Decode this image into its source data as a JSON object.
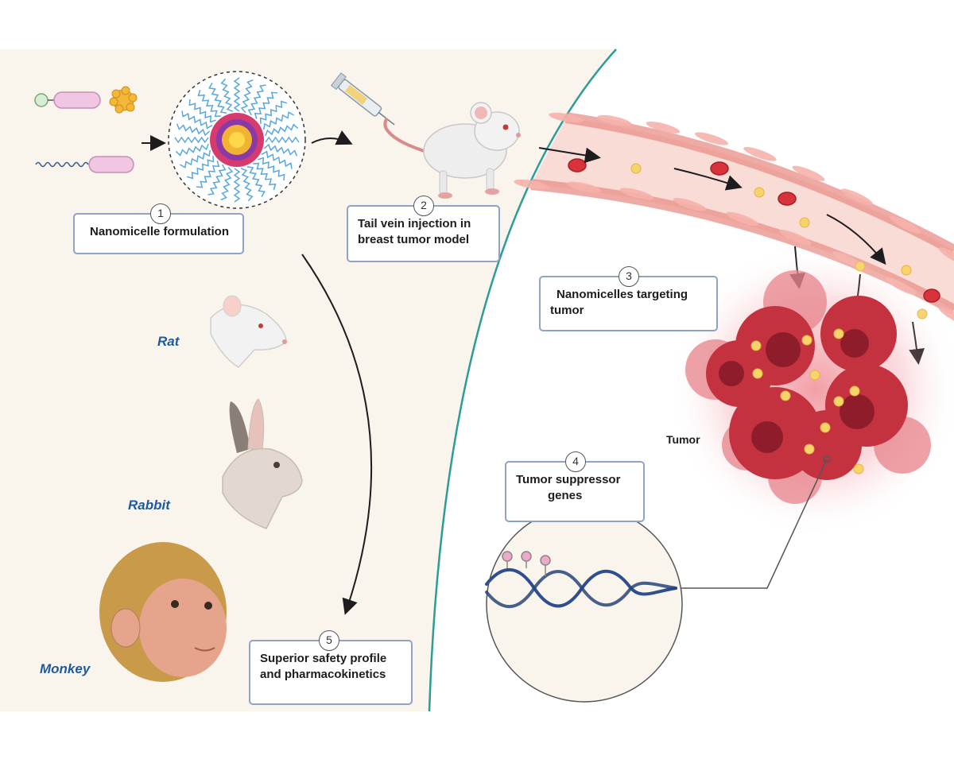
{
  "steps": [
    {
      "number": "1",
      "label": "Nanomicelle formulation"
    },
    {
      "number": "2",
      "label_line1": "Tail vein injection in",
      "label_line2": "breast tumor model"
    },
    {
      "number": "3",
      "label_line1": "Nanomicelles targeting",
      "label_line2": "tumor"
    },
    {
      "number": "4",
      "label_line1": "Tumor suppressor",
      "label_line2": "genes"
    },
    {
      "number": "5",
      "label_line1": "Superior safety profile",
      "label_line2": "and pharmacokinetics"
    }
  ],
  "animals": [
    "Rat",
    "Rabbit",
    "Monkey"
  ],
  "tumor_label": "Tumor",
  "colors": {
    "left_panel": "#faf5ec",
    "divider": "#2a9d96",
    "box_border": "#8fa3c7",
    "animal_label": "#1f5a9e",
    "tumor": "#b4283a",
    "vessel": "#f3b8b0",
    "nanoparticle": "#f6d36b"
  }
}
